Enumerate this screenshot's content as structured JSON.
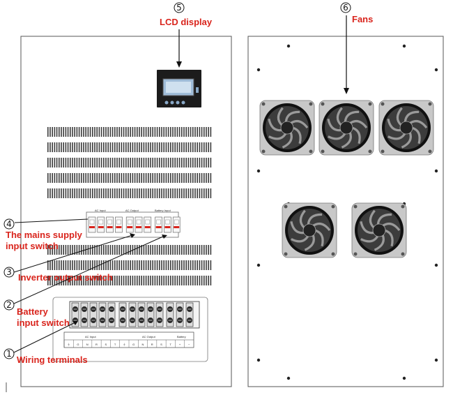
{
  "callouts": {
    "lcd": {
      "number": "5",
      "label": "LCD display"
    },
    "fans": {
      "number": "6",
      "label": "Fans"
    },
    "mains": {
      "number": "4",
      "label_line1": "The mains supply",
      "label_line2": "input switch"
    },
    "inverter": {
      "number": "3",
      "label": "Inverter output switch"
    },
    "battery": {
      "number": "2",
      "label_line1": "Battery",
      "label_line2": "input switch"
    },
    "wiring": {
      "number": "1",
      "label": "Wiring terminals"
    }
  },
  "switch_panel": {
    "group_ac_input": "AC Input",
    "group_ac_output": "AC Output",
    "group_battery_input": "Battery Input"
  },
  "terminal_block": {
    "ac_input_label": "AC Input",
    "ac_output_label": "AC Output",
    "battery_label": "Battery",
    "input_cells": [
      "⏚",
      "G",
      "N",
      "R",
      "S",
      "T"
    ],
    "output_cells": [
      "⏚",
      "G",
      "N",
      "R",
      "S",
      "T",
      "+",
      "−"
    ]
  },
  "colors": {
    "callout_red": "#d9241c",
    "outline": "#444444",
    "fan_dark": "#222222"
  }
}
